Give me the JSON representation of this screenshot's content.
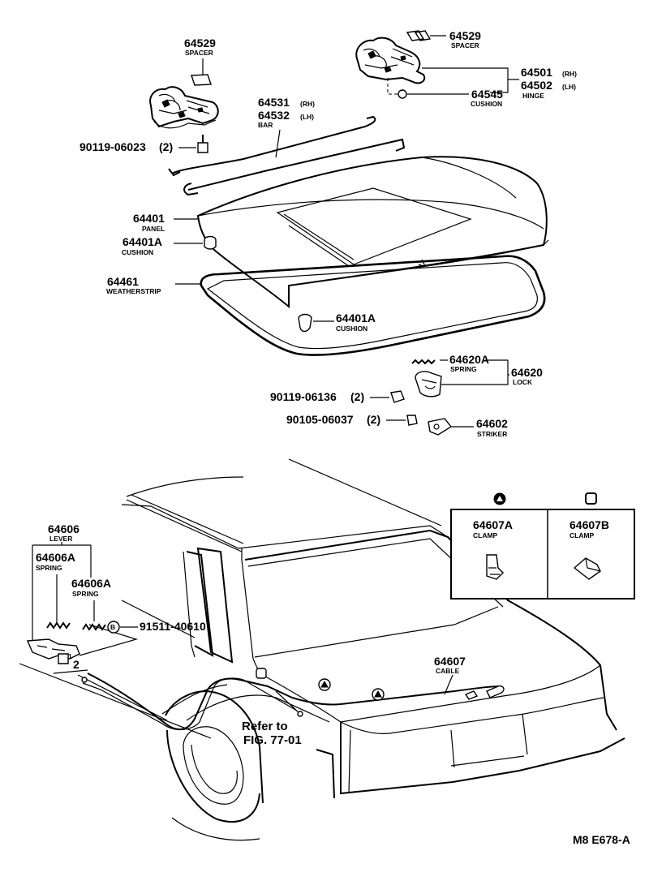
{
  "parts": {
    "spacer_left": {
      "number": "64529",
      "name": "SPACER"
    },
    "spacer_right": {
      "number": "64529",
      "name": "SPACER"
    },
    "hinge_rh": {
      "number": "64501",
      "side": "(RH)"
    },
    "hinge_lh": {
      "number": "64502",
      "side": "(LH)",
      "name": "HINGE"
    },
    "cushion_hinge": {
      "number": "64545",
      "name": "CUSHION"
    },
    "bar_rh": {
      "number": "64531",
      "side": "(RH)"
    },
    "bar_lh": {
      "number": "64532",
      "side": "(LH)",
      "name": "BAR"
    },
    "bolt_top": {
      "number": "90119-06023",
      "qty": "(2)"
    },
    "panel": {
      "number": "64401",
      "name": "PANEL"
    },
    "cushion_a": {
      "number": "64401A",
      "name": "CUSHION"
    },
    "weatherstrip": {
      "number": "64461",
      "name": "WEATHERSTRIP"
    },
    "cushion_b": {
      "number": "64401A",
      "name": "CUSHION"
    },
    "spring_lock": {
      "number": "64620A",
      "name": "SPRING"
    },
    "lock": {
      "number": "64620",
      "name": "LOCK"
    },
    "bolt_lock": {
      "number": "90119-06136",
      "qty": "(2)"
    },
    "bolt_striker": {
      "number": "90105-06037",
      "qty": "(2)"
    },
    "striker": {
      "number": "64602",
      "name": "STRIKER"
    },
    "lever": {
      "number": "64606",
      "name": "LEVER"
    },
    "spring_a1": {
      "number": "64606A",
      "name": "SPRING"
    },
    "spring_a2": {
      "number": "64606A",
      "name": "SPRING"
    },
    "screw": {
      "number": "91511-40610",
      "marker": "B"
    },
    "clamp_a": {
      "number": "64607A",
      "name": "CLAMP"
    },
    "clamp_b": {
      "number": "64607B",
      "name": "CLAMP"
    },
    "cable": {
      "number": "64607",
      "name": "CABLE"
    },
    "lever_marks": {
      "one": "1",
      "two": "2"
    }
  },
  "reference": {
    "line1": "Refer to",
    "line2": "FIG. 77-01"
  },
  "figure_code": "M8  E678-A"
}
